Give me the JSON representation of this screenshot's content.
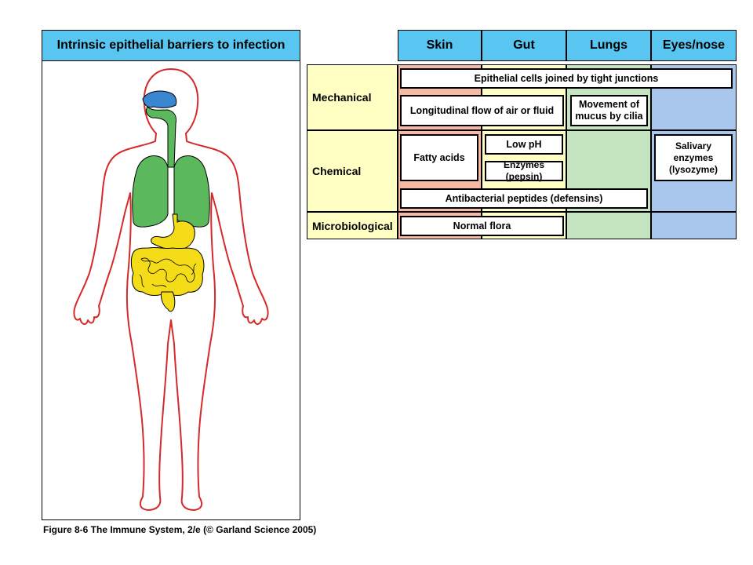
{
  "figure": {
    "left_title": "Intrinsic epithelial barriers to infection",
    "caption": "Figure 8-6 The Immune System, 2/e (© Garland Science 2005)"
  },
  "columns": [
    "Skin",
    "Gut",
    "Lungs",
    "Eyes/nose"
  ],
  "rows": [
    "Mechanical",
    "Chemical",
    "Microbiological"
  ],
  "barriers": {
    "tight_junctions": "Epithelial cells joined by tight junctions",
    "longitudinal_flow": "Longitudinal flow of air or fluid",
    "mucus_cilia_line1": "Movement of",
    "mucus_cilia_line2": "mucus by cilia",
    "fatty_acids": "Fatty acids",
    "low_ph": "Low pH",
    "enzymes_pepsin": "Enzymes (pepsin)",
    "salivary_line1": "Salivary enzymes",
    "salivary_line2": "(lysozyme)",
    "antibacterial_peptides": "Antibacterial peptides (defensins)",
    "normal_flora": "Normal flora"
  },
  "colors": {
    "header": "#58c6f0",
    "skin": "#f5b9a5",
    "gut": "#ffffc4",
    "lungs": "#c5e4c0",
    "eyes_nose": "#a9c7ed",
    "body_outline": "#d42a2a",
    "airway": "#5cb85c",
    "nasal": "#3a86d0",
    "digestive": "#f5dc19"
  }
}
